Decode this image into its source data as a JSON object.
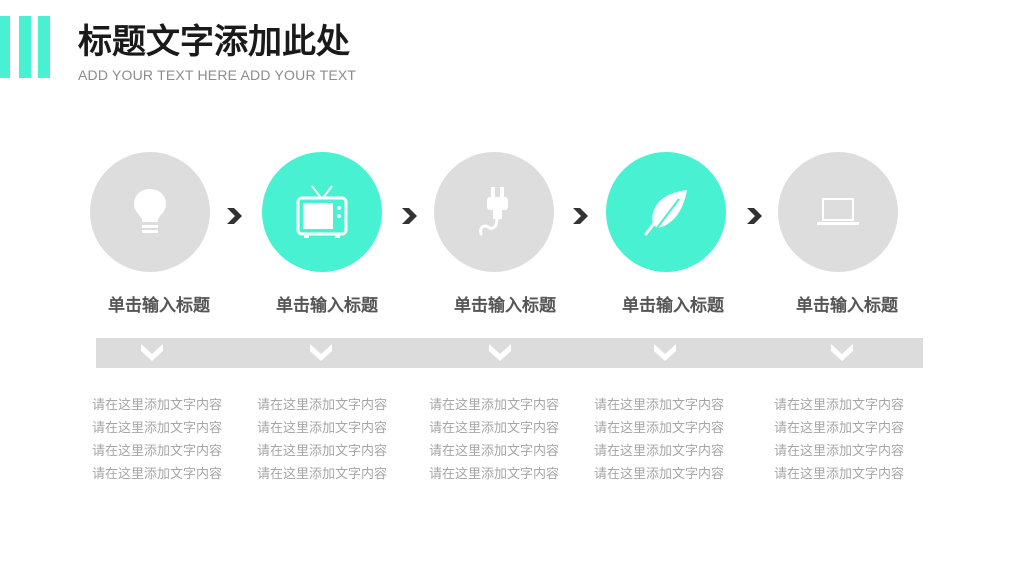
{
  "header": {
    "title": "标题文字添加此处",
    "subtitle": "ADD YOUR TEXT HERE ADD YOUR TEXT"
  },
  "colors": {
    "accent": "#47F1D1",
    "gray_circle": "#dddddd",
    "band": "#dcdcdc",
    "arrow": "#333333"
  },
  "steps": [
    {
      "icon": "lightbulb-icon",
      "active": false,
      "title": "单击输入标题",
      "desc": [
        "请在这里添加文字内容",
        "请在这里添加文字内容",
        "请在这里添加文字内容",
        "请在这里添加文字内容"
      ]
    },
    {
      "icon": "tv-icon",
      "active": true,
      "title": "单击输入标题",
      "desc": [
        "请在这里添加文字内容",
        "请在这里添加文字内容",
        "请在这里添加文字内容",
        "请在这里添加文字内容"
      ]
    },
    {
      "icon": "plug-icon",
      "active": false,
      "title": "单击输入标题",
      "desc": [
        "请在这里添加文字内容",
        "请在这里添加文字内容",
        "请在这里添加文字内容",
        "请在这里添加文字内容"
      ]
    },
    {
      "icon": "leaf-icon",
      "active": true,
      "title": "单击输入标题",
      "desc": [
        "请在这里添加文字内容",
        "请在这里添加文字内容",
        "请在这里添加文字内容",
        "请在这里添加文字内容"
      ]
    },
    {
      "icon": "laptop-icon",
      "active": false,
      "title": "单击输入标题",
      "desc": [
        "请在这里添加文字内容",
        "请在这里添加文字内容",
        "请在这里添加文字内容",
        "请在这里添加文字内容"
      ]
    }
  ]
}
